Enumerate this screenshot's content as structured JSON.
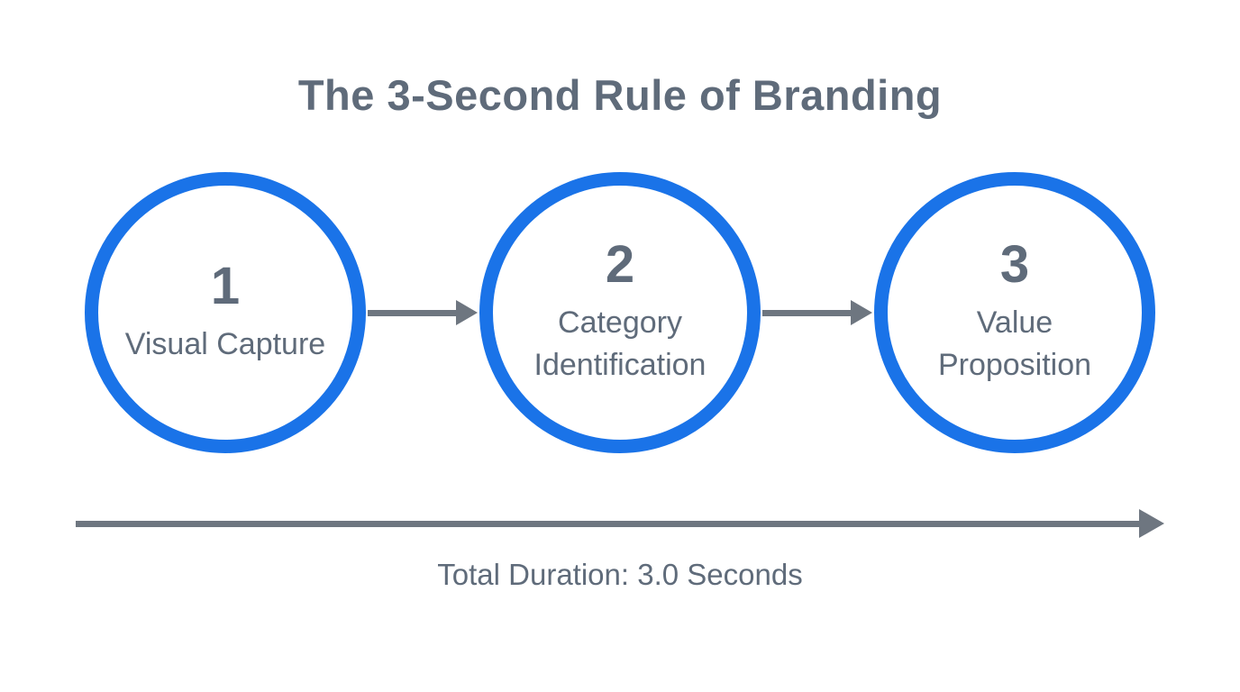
{
  "title": "The 3-Second Rule of Branding",
  "steps": [
    {
      "number": "1",
      "label": "Visual Capture"
    },
    {
      "number": "2",
      "label": "Category Identification"
    },
    {
      "number": "3",
      "label": "Value Proposition"
    }
  ],
  "timeline": {
    "duration_label": "Total Duration: 3.0 Seconds"
  },
  "colors": {
    "circle_border": "#1a73e8",
    "text_gray": "#5f6b7a",
    "arrow_gray": "#6e7680",
    "background": "#ffffff"
  }
}
